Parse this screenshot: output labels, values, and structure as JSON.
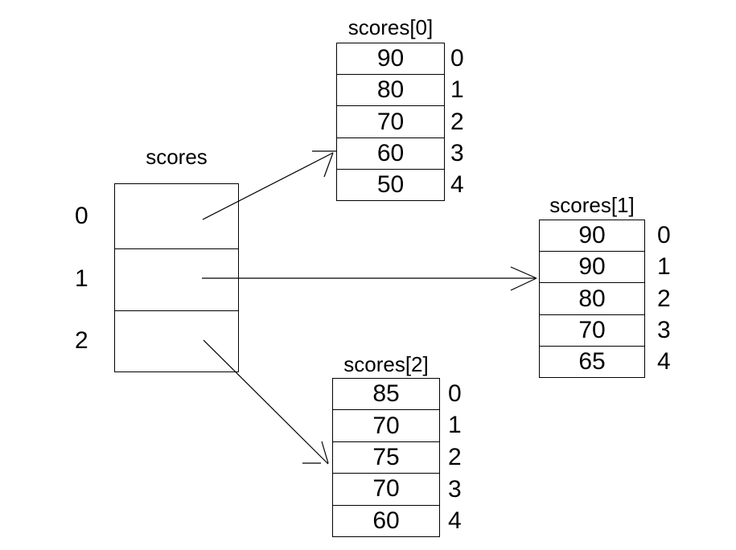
{
  "diagram": {
    "background": "#ffffff",
    "line_color": "#000000",
    "text_color": "#000000"
  },
  "main_array": {
    "title": "scores",
    "indices": [
      "0",
      "1",
      "2"
    ]
  },
  "tables": [
    {
      "title": "scores[0]",
      "values": [
        "90",
        "80",
        "70",
        "60",
        "50"
      ],
      "indices": [
        "0",
        "1",
        "2",
        "3",
        "4"
      ]
    },
    {
      "title": "scores[1]",
      "values": [
        "90",
        "90",
        "80",
        "70",
        "65"
      ],
      "indices": [
        "0",
        "1",
        "2",
        "3",
        "4"
      ]
    },
    {
      "title": "scores[2]",
      "values": [
        "85",
        "70",
        "75",
        "70",
        "60"
      ],
      "indices": [
        "0",
        "1",
        "2",
        "3",
        "4"
      ]
    }
  ]
}
